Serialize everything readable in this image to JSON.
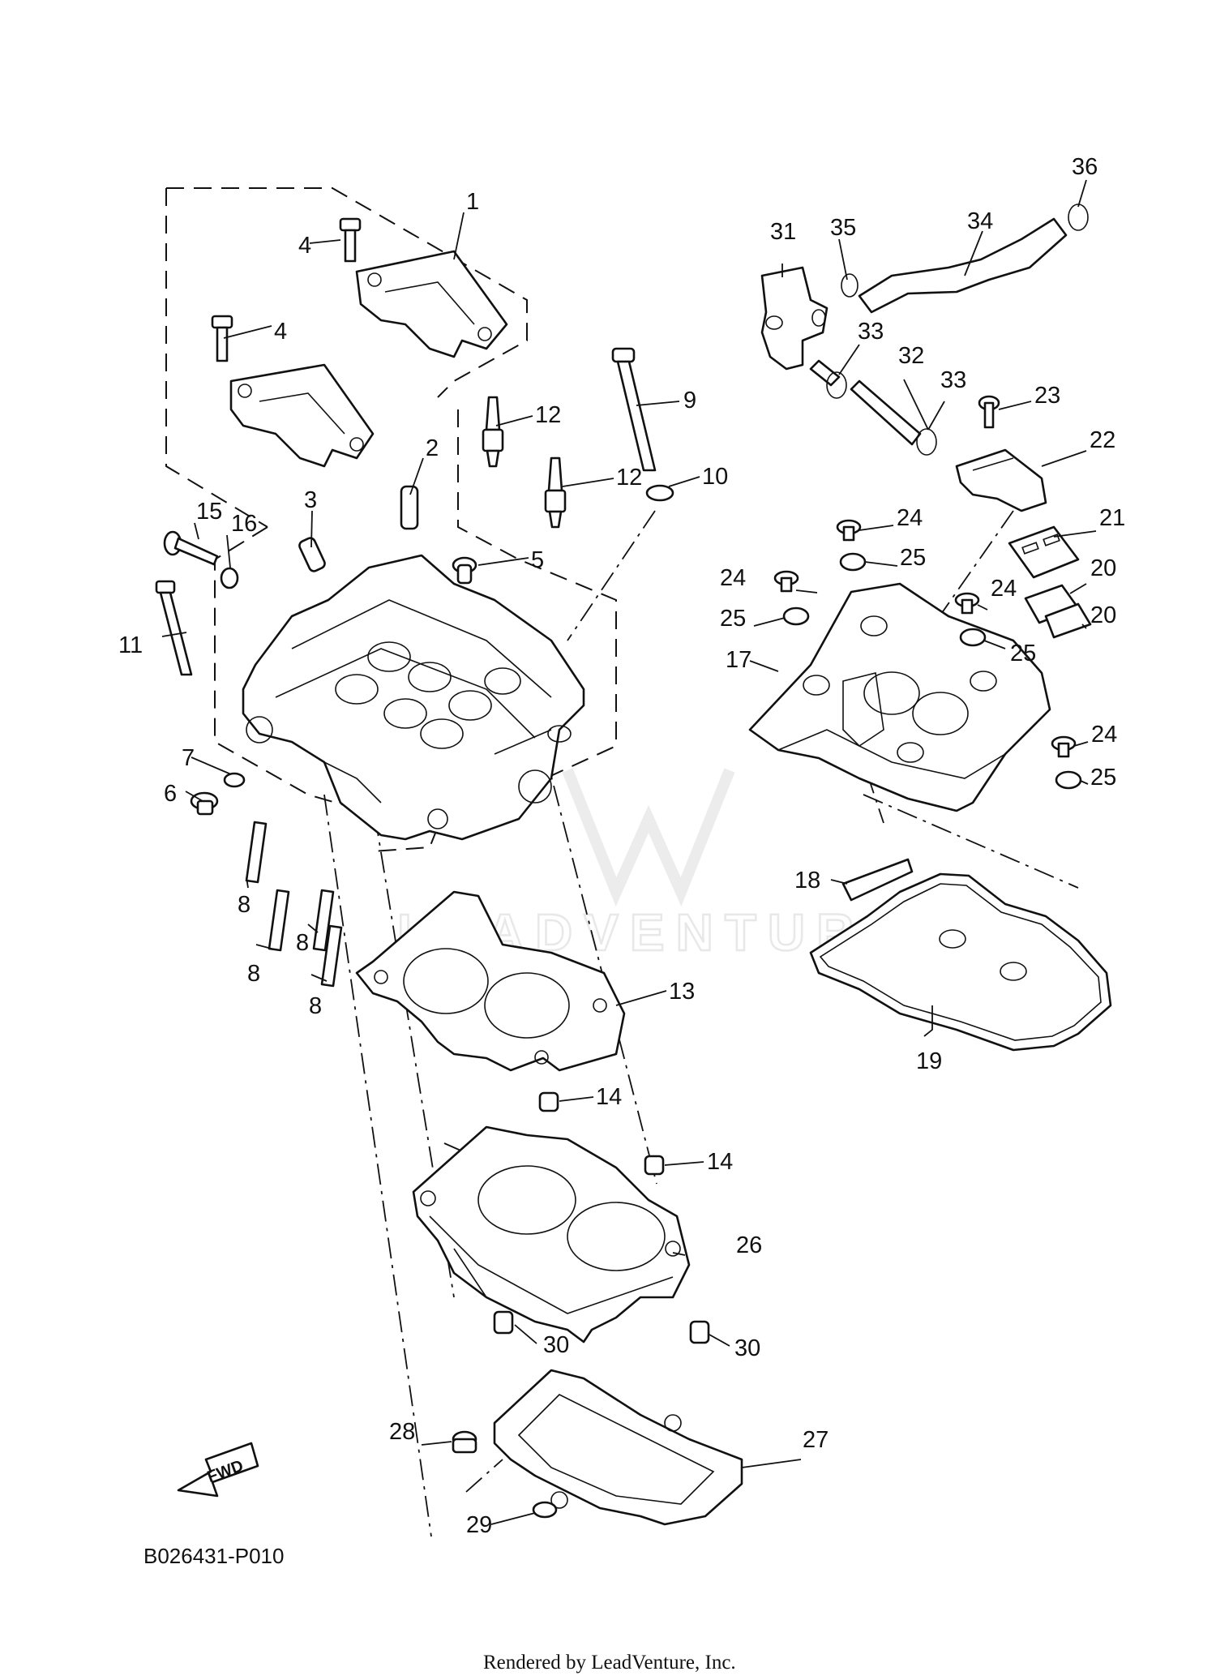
{
  "diagram": {
    "code": "B026431-P010",
    "fwd_label": "FWD",
    "watermark": "LEADVENTURE",
    "footer": "Rendered by LeadVenture, Inc."
  },
  "callouts": [
    {
      "id": "c1",
      "label": "1"
    },
    {
      "id": "c2",
      "label": "2"
    },
    {
      "id": "c3",
      "label": "3"
    },
    {
      "id": "c4a",
      "label": "4"
    },
    {
      "id": "c4b",
      "label": "4"
    },
    {
      "id": "c5",
      "label": "5"
    },
    {
      "id": "c6",
      "label": "6"
    },
    {
      "id": "c7",
      "label": "7"
    },
    {
      "id": "c8a",
      "label": "8"
    },
    {
      "id": "c8b",
      "label": "8"
    },
    {
      "id": "c8c",
      "label": "8"
    },
    {
      "id": "c8d",
      "label": "8"
    },
    {
      "id": "c9",
      "label": "9"
    },
    {
      "id": "c10",
      "label": "10"
    },
    {
      "id": "c11",
      "label": "11"
    },
    {
      "id": "c12a",
      "label": "12"
    },
    {
      "id": "c12b",
      "label": "12"
    },
    {
      "id": "c13",
      "label": "13"
    },
    {
      "id": "c14a",
      "label": "14"
    },
    {
      "id": "c14b",
      "label": "14"
    },
    {
      "id": "c15",
      "label": "15"
    },
    {
      "id": "c16",
      "label": "16"
    },
    {
      "id": "c17",
      "label": "17"
    },
    {
      "id": "c18",
      "label": "18"
    },
    {
      "id": "c19",
      "label": "19"
    },
    {
      "id": "c20a",
      "label": "20"
    },
    {
      "id": "c20b",
      "label": "20"
    },
    {
      "id": "c21",
      "label": "21"
    },
    {
      "id": "c22",
      "label": "22"
    },
    {
      "id": "c23",
      "label": "23"
    },
    {
      "id": "c24a",
      "label": "24"
    },
    {
      "id": "c24b",
      "label": "24"
    },
    {
      "id": "c24c",
      "label": "24"
    },
    {
      "id": "c24d",
      "label": "24"
    },
    {
      "id": "c25a",
      "label": "25"
    },
    {
      "id": "c25b",
      "label": "25"
    },
    {
      "id": "c25c",
      "label": "25"
    },
    {
      "id": "c25d",
      "label": "25"
    },
    {
      "id": "c26",
      "label": "26"
    },
    {
      "id": "c27",
      "label": "27"
    },
    {
      "id": "c28",
      "label": "28"
    },
    {
      "id": "c29",
      "label": "29"
    },
    {
      "id": "c30a",
      "label": "30"
    },
    {
      "id": "c30b",
      "label": "30"
    },
    {
      "id": "c31",
      "label": "31"
    },
    {
      "id": "c32",
      "label": "32"
    },
    {
      "id": "c33a",
      "label": "33"
    },
    {
      "id": "c33b",
      "label": "33"
    },
    {
      "id": "c34",
      "label": "34"
    },
    {
      "id": "c35",
      "label": "35"
    },
    {
      "id": "c36",
      "label": "36"
    }
  ]
}
